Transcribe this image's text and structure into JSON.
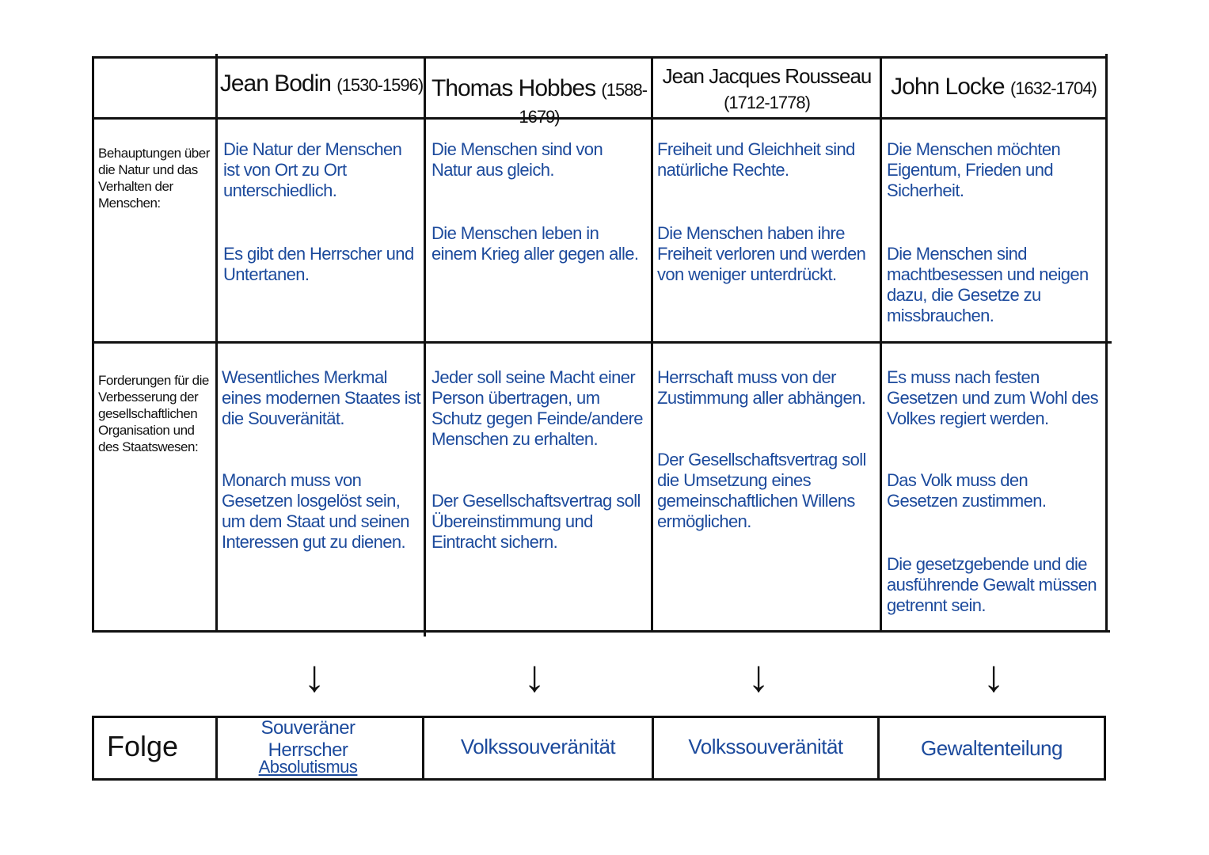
{
  "header": {
    "columns": [
      {
        "name": "Jean Bodin",
        "years": "(1530-1596)"
      },
      {
        "name": "Thomas Hobbes",
        "years": "(1588-1679)"
      },
      {
        "name": "Jean Jacques Rousseau",
        "years": "(1712-1778)"
      },
      {
        "name": "John Locke",
        "years": "(1632-1704)"
      }
    ]
  },
  "rows": [
    {
      "label": "Behauptungen über die Natur und das Verhalten der Menschen:",
      "cells": [
        [
          "Die Natur der Menschen ist von Ort zu Ort unterschiedlich.",
          "Es gibt den Herrscher und Untertanen."
        ],
        [
          "Die Menschen sind von Natur aus gleich.",
          "Die Menschen leben in einem Krieg aller gegen alle."
        ],
        [
          "Freiheit und Gleichheit sind natürliche Rechte.",
          "Die Menschen haben ihre Freiheit verloren und werden von weniger unterdrückt."
        ],
        [
          "Die Menschen möchten Eigentum, Frieden und Sicherheit.",
          "Die Menschen sind machtbesessen und neigen dazu, die Gesetze zu missbrauchen."
        ]
      ]
    },
    {
      "label": "Forderungen für die Verbesserung der gesellschaftlichen Organisation und des Staatswesen:",
      "cells": [
        [
          "Wesentliches Merkmal eines modernen Staates ist die Souveränität.",
          "Monarch muss von Gesetzen losgelöst sein, um dem Staat und seinen Interessen gut zu dienen."
        ],
        [
          "Jeder soll seine Macht einer Person übertragen, um Schutz gegen Feinde/andere Menschen zu erhalten.",
          "Der Gesellschaftsvertrag soll Übereinstimmung und Eintracht sichern."
        ],
        [
          "Herrschaft muss von der Zustimmung aller abhängen.",
          "Der Gesellschaftsvertrag soll die Umsetzung eines gemeinschaftlichen Willens ermöglichen."
        ],
        [
          "Es muss nach festen Gesetzen und zum Wohl des Volkes regiert werden.",
          "Das Volk muss den Gesetzen zustimmen.",
          "Die gesetzgebende und die ausführende Gewalt müssen getrennt sein."
        ]
      ]
    }
  ],
  "arrow_icon": "down-arrow",
  "result": {
    "label": "Folge",
    "values": [
      "Souveräner Herrscher",
      "Volkssouveränität",
      "Volkssouveränität",
      "Gewaltenteilung"
    ],
    "bodin_extra": "Absolutismus"
  },
  "colors": {
    "ink": "#111111",
    "blue": "#1c4a9c"
  }
}
